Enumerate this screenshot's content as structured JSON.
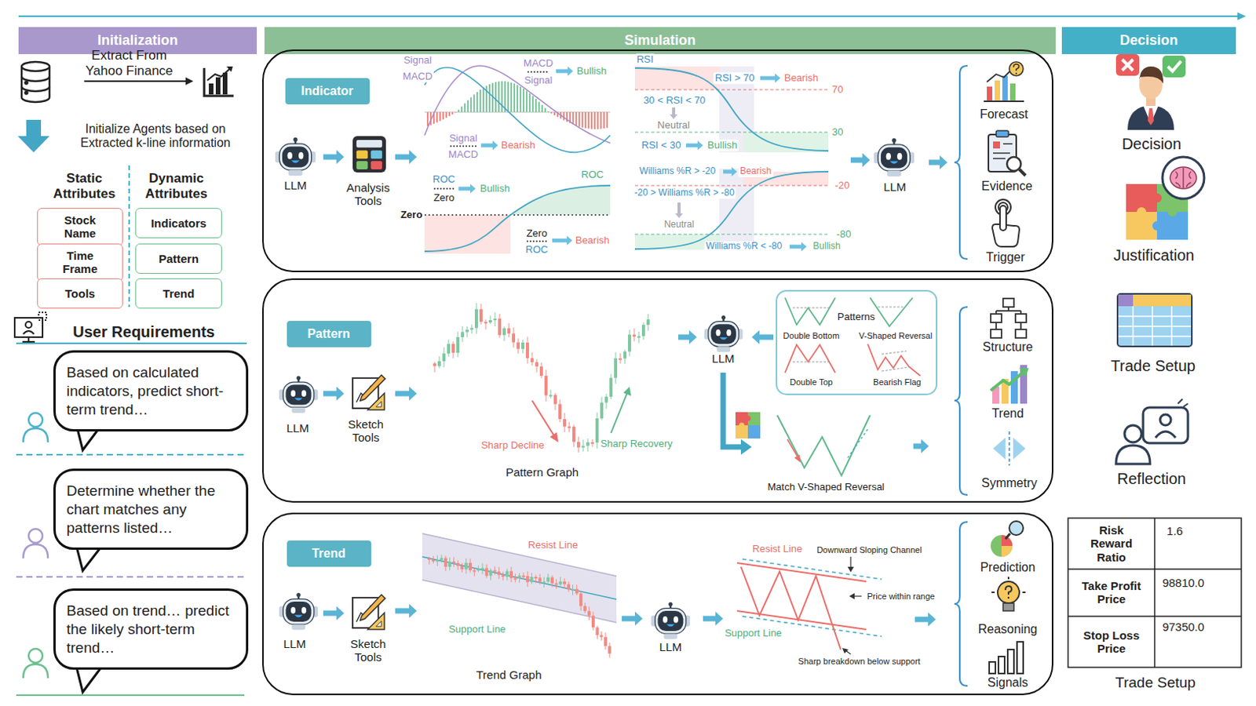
{
  "diagram": {
    "nodes": [
      {
        "text": [
          "Initialization"
        ]
      },
      {
        "text": [
          "Simulation"
        ]
      },
      {
        "text": [
          "Decision"
        ]
      },
      {
        "text": [
          "Stock Name"
        ]
      },
      {
        "text": [
          "Time Frame"
        ]
      },
      {
        "text": [
          "Tools"
        ]
      },
      {
        "text": [
          "Indicators"
        ]
      },
      {
        "text": [
          "Pattern"
        ]
      },
      {
        "text": [
          "Trend"
        ]
      },
      {
        "text": [
          "Based on calculated indicators, predict short-term trend…"
        ]
      },
      {
        "text": [
          "Determine whether the chart matches any patterns listed…"
        ]
      },
      {
        "text": [
          "Based on trend… predict the likely short-term trend…"
        ]
      },
      {
        "text": [
          "Indicator"
        ]
      },
      {
        "text": [
          "Pattern"
        ]
      },
      {
        "text": [
          "Patterns"
        ],
        "in": 13
      },
      {
        "text": [
          "Trend"
        ]
      }
    ],
    "labels": [
      "Extract From Yahoo Finance",
      "Initialize Agents based on Extracted k-line information",
      "Static Attributes",
      "Dynamic Attributes",
      "User Requirements",
      "LLM",
      "Analysis Tools",
      "Signal",
      "MACD",
      "MACD",
      "Signal",
      "Bullish",
      "Signal",
      "MACD",
      "Bearish",
      "ROC",
      "Zero",
      "Bullish",
      "ROC",
      "Zero",
      "Zero",
      "ROC",
      "Bearish",
      "RSI",
      "RSI > 70",
      "Bearish",
      "70",
      "30 < RSI < 70",
      "Neutral",
      "30",
      "RSI < 30",
      "Bullish",
      "Williams %R > -20",
      "Bearish",
      "-20",
      "-20 > Williams %R > -80",
      "Neutral",
      "-80",
      "Williams %R < -80",
      "Bullish",
      "LLM",
      "Forecast",
      "Evidence",
      "Trigger",
      "LLM",
      "Sketch Tools",
      "Sharp Decline",
      "Sharp Recovery",
      "Pattern Graph",
      "LLM",
      "Double Bottom",
      "V-Shaped Reversal",
      "Double Top",
      "Bearish Flag",
      "Match V-Shaped Reversal",
      "Structure",
      "Trend",
      "Symmetry",
      "LLM",
      "Sketch Tools",
      "Resist Line",
      "Support Line",
      "Trend Graph",
      "LLM",
      "Resist Line",
      "Downward Sloping Channel",
      "Price within range",
      "Support Line",
      "Sharp breakdown below support",
      "Prediction",
      "Reasoning",
      "Signals",
      "Decision",
      "Justification",
      "Trade Setup",
      "Reflection",
      "Risk Reward Ratio",
      "1.6",
      "Take Profit Price",
      "98810.0",
      "Stop Loss Price",
      "97350.0",
      "Trade Setup"
    ]
  }
}
